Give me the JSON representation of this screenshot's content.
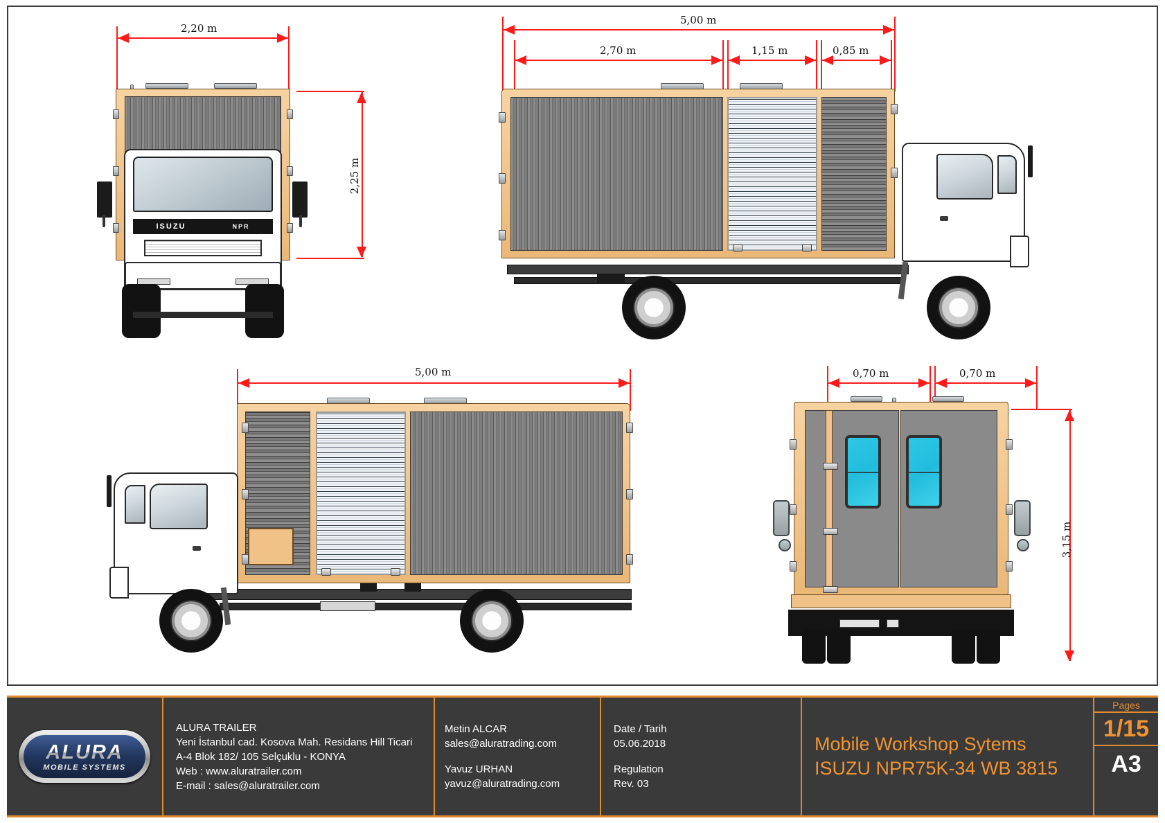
{
  "sheet": {
    "views": {
      "front": {
        "name": "front-view",
        "dims": [
          {
            "id": "front-width",
            "label": "2,20 m",
            "orient": "h"
          },
          {
            "id": "front-height",
            "label": "2,25 m",
            "orient": "v"
          }
        ]
      },
      "side_right": {
        "name": "right-side-view",
        "dims": [
          {
            "id": "overall-length",
            "label": "5,00 m",
            "orient": "h"
          },
          {
            "id": "panel-section",
            "label": "2,70 m",
            "orient": "h"
          },
          {
            "id": "shutter-section",
            "label": "1,15 m",
            "orient": "h"
          },
          {
            "id": "louver-section",
            "label": "0,85 m",
            "orient": "h"
          }
        ]
      },
      "side_left": {
        "name": "left-side-view",
        "dims": [
          {
            "id": "overall-length-left",
            "label": "5,00 m",
            "orient": "h"
          }
        ]
      },
      "rear": {
        "name": "rear-view",
        "dims": [
          {
            "id": "door-left-width",
            "label": "0,70 m",
            "orient": "h"
          },
          {
            "id": "door-right-width",
            "label": "0,70 m",
            "orient": "h"
          },
          {
            "id": "overall-height",
            "label": "3,15 m",
            "orient": "v"
          }
        ]
      }
    },
    "cab_badge": "ISUZU",
    "cab_badge_model": "NPR"
  },
  "titleblock": {
    "logo": {
      "word": "ALURA",
      "sub": "MOBILE SYSTEMS"
    },
    "company": {
      "name": "ALURA TRAILER",
      "address1": "Yeni İstanbul  cad. Kosova Mah. Residans Hill Ticari",
      "address2": "A-4 Blok 182/ 105 Selçuklu - KONYA",
      "web_label": "Web : ",
      "web": "www.aluratrailer.com",
      "email_label": "E-mail : ",
      "email": "sales@aluratrailer.com"
    },
    "contacts": [
      {
        "name": "Metin ALCAR",
        "email": "sales@aluratrading.com"
      },
      {
        "name": "Yavuz URHAN",
        "email": "yavuz@aluratrading.com"
      }
    ],
    "meta": {
      "date_label": "Date / Tarih",
      "date_value": "05.06.2018",
      "regulation_label": "Regulation",
      "regulation_value": "Rev. 03"
    },
    "title": {
      "line1": "Mobile Workshop Sytems",
      "line2": "ISUZU NPR75K-34 WB 3815"
    },
    "pages": {
      "label": "Pages",
      "number": "1/15",
      "size": "A3"
    },
    "colors": {
      "accent": "#e08a2e",
      "title_text": "#ef9433",
      "background": "#3a3a3a",
      "dimension_red": "#ff1a1a",
      "frame_tan": "#f0c287",
      "panel_grey": "#8a8a8a",
      "window_cyan": "#2ec8e6"
    }
  }
}
